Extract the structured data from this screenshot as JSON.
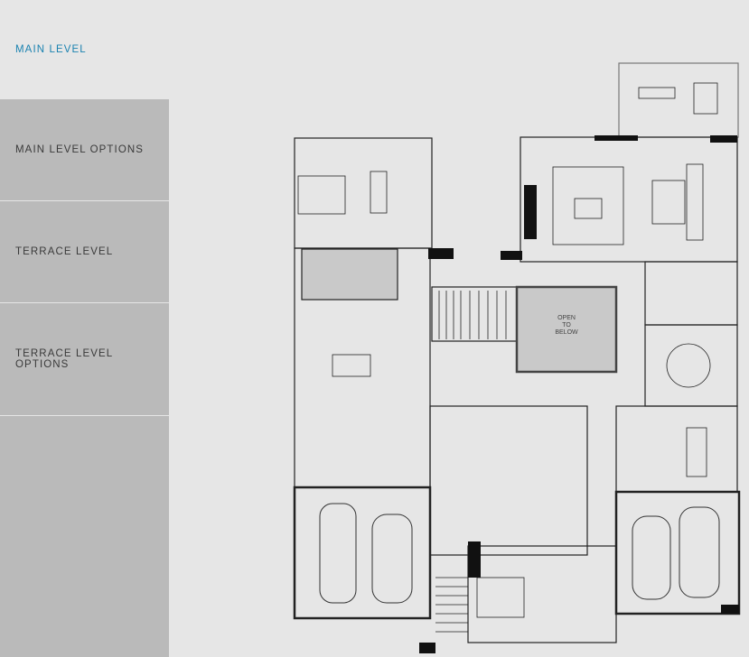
{
  "sidebar": {
    "items": [
      {
        "label": "MAIN LEVEL",
        "active": true
      },
      {
        "label": "MAIN LEVEL OPTIONS",
        "active": false
      },
      {
        "label": "TERRACE LEVEL",
        "active": false
      },
      {
        "label": "TERRACE LEVEL\nOPTIONS",
        "active": false
      }
    ]
  },
  "floor_plan": {
    "open_to_below_label": "OPEN\nTO\nBELOW"
  },
  "colors": {
    "accent": "#1a82b0",
    "sidebar_bg": "#bababa",
    "page_bg": "#e6e6e6"
  }
}
